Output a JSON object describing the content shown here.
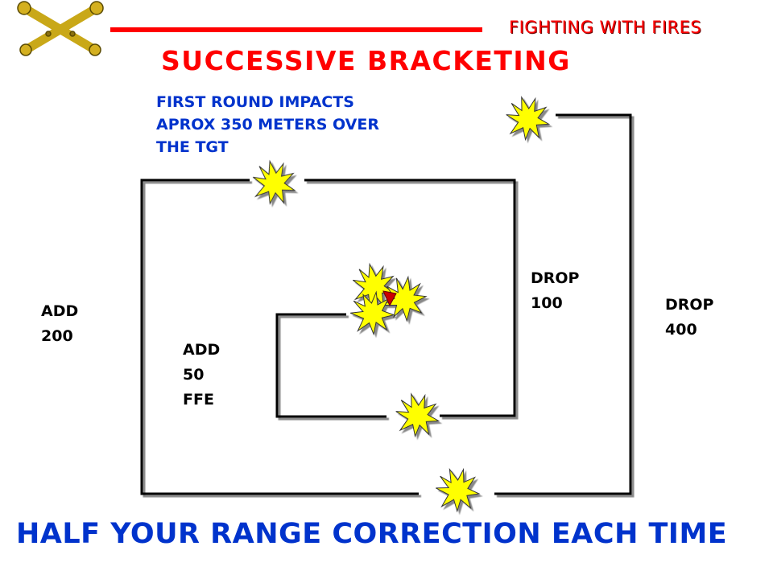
{
  "header": {
    "org_title": "FIGHTING WITH FIRES",
    "emblem": "crossed-cannons-icon"
  },
  "title": "SUCCESSIVE  BRACKETING",
  "note": {
    "line1": "FIRST ROUND IMPACTS",
    "line2": "APROX 350 METERS OVER",
    "line3": "THE TGT"
  },
  "labels": {
    "add_200": [
      "ADD",
      "200"
    ],
    "add_50_ffe": [
      "ADD",
      "50",
      "FFE"
    ],
    "drop_100": [
      "DROP",
      "100"
    ],
    "drop_400": [
      "DROP",
      "400"
    ]
  },
  "footer": "HALF YOUR RANGE CORRECTION EACH TIME",
  "colors": {
    "accent_red": "#ff0000",
    "text_blue": "#0033cc",
    "burst_yellow": "#ffff00",
    "target_red": "#cc0000"
  }
}
